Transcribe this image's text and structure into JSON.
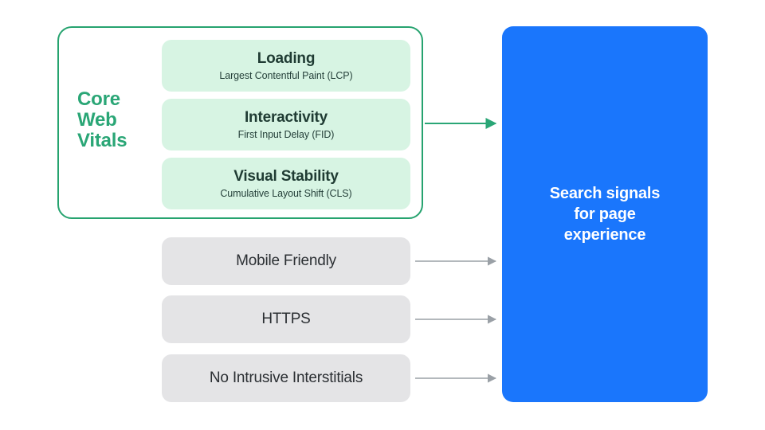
{
  "diagram": {
    "title": "Search signals for page experience",
    "colors": {
      "green_border": "#26a36f",
      "green_label": "#2aa676",
      "green_fill": "#d7f4e3",
      "grey_fill": "#e4e4e6",
      "blue_fill": "#1a76fc",
      "grey_arrow": "#9aa0a6",
      "green_arrow": "#2aa676",
      "dark_text": "#1f3b33"
    }
  },
  "core_web_vitals": {
    "label_lines": [
      "Core",
      "Web",
      "Vitals"
    ],
    "metrics": [
      {
        "title": "Loading",
        "subtitle": "Largest Contentful Paint (LCP)"
      },
      {
        "title": "Interactivity",
        "subtitle": "First Input Delay (FID)"
      },
      {
        "title": "Visual Stability",
        "subtitle": "Cumulative Layout Shift (CLS)"
      }
    ]
  },
  "other_signals": [
    {
      "title": "Mobile Friendly"
    },
    {
      "title": "HTTPS"
    },
    {
      "title": "No Intrusive Interstitials"
    }
  ],
  "destination": {
    "lines": [
      "Search signals",
      "for page",
      "experience"
    ]
  }
}
